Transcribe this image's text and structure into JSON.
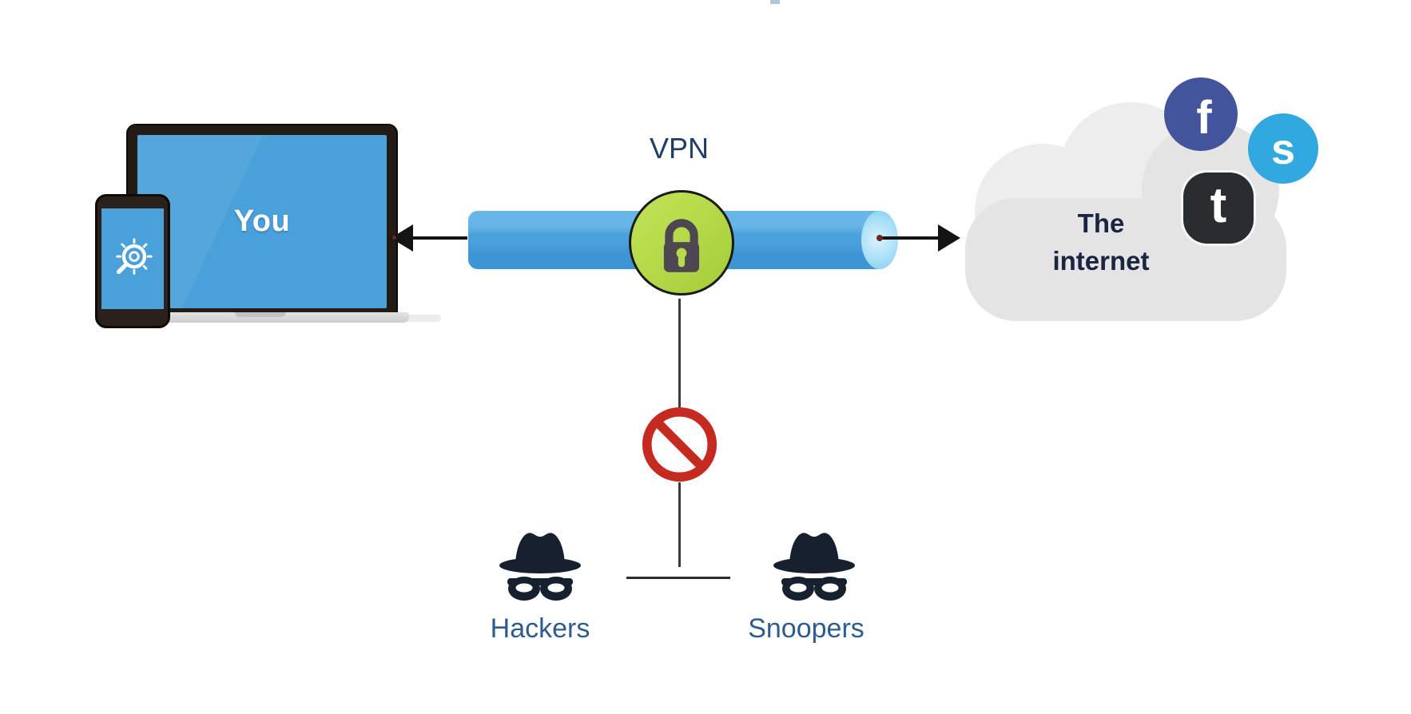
{
  "labels": {
    "you": "You",
    "vpn": "VPN",
    "internet_line1": "The",
    "internet_line2": "internet",
    "hackers": "Hackers",
    "snoopers": "Snoopers"
  },
  "icons": {
    "facebook_letter": "f",
    "skype_letter": "s",
    "twitter_letter": "t"
  },
  "colors": {
    "screen_blue": "#4aa0d9",
    "device_frame": "#241c14",
    "tube_light": "#68b5e7",
    "tube_mid": "#4aa0dc",
    "tube_dark": "#3e95d4",
    "tube_cap": "#a9e0f8",
    "lock_green": "#b6da49",
    "lock_dark": "#4e4651",
    "badge_border": "#1a1a1a",
    "line_gray": "#3c3c3c",
    "no_entry_red": "#c5291f",
    "navy_label": "#1d3e66",
    "internet_navy": "#1b2440",
    "people_blue": "#2e5c90",
    "spy_navy": "#16202f",
    "cloud_light": "#ededed",
    "cloud_main": "#e4e4e4",
    "facebook_blue": "#42549b",
    "skype_blue": "#31a8e0",
    "twitter_dark": "#2a2d30",
    "arrow_black": "#141414"
  }
}
